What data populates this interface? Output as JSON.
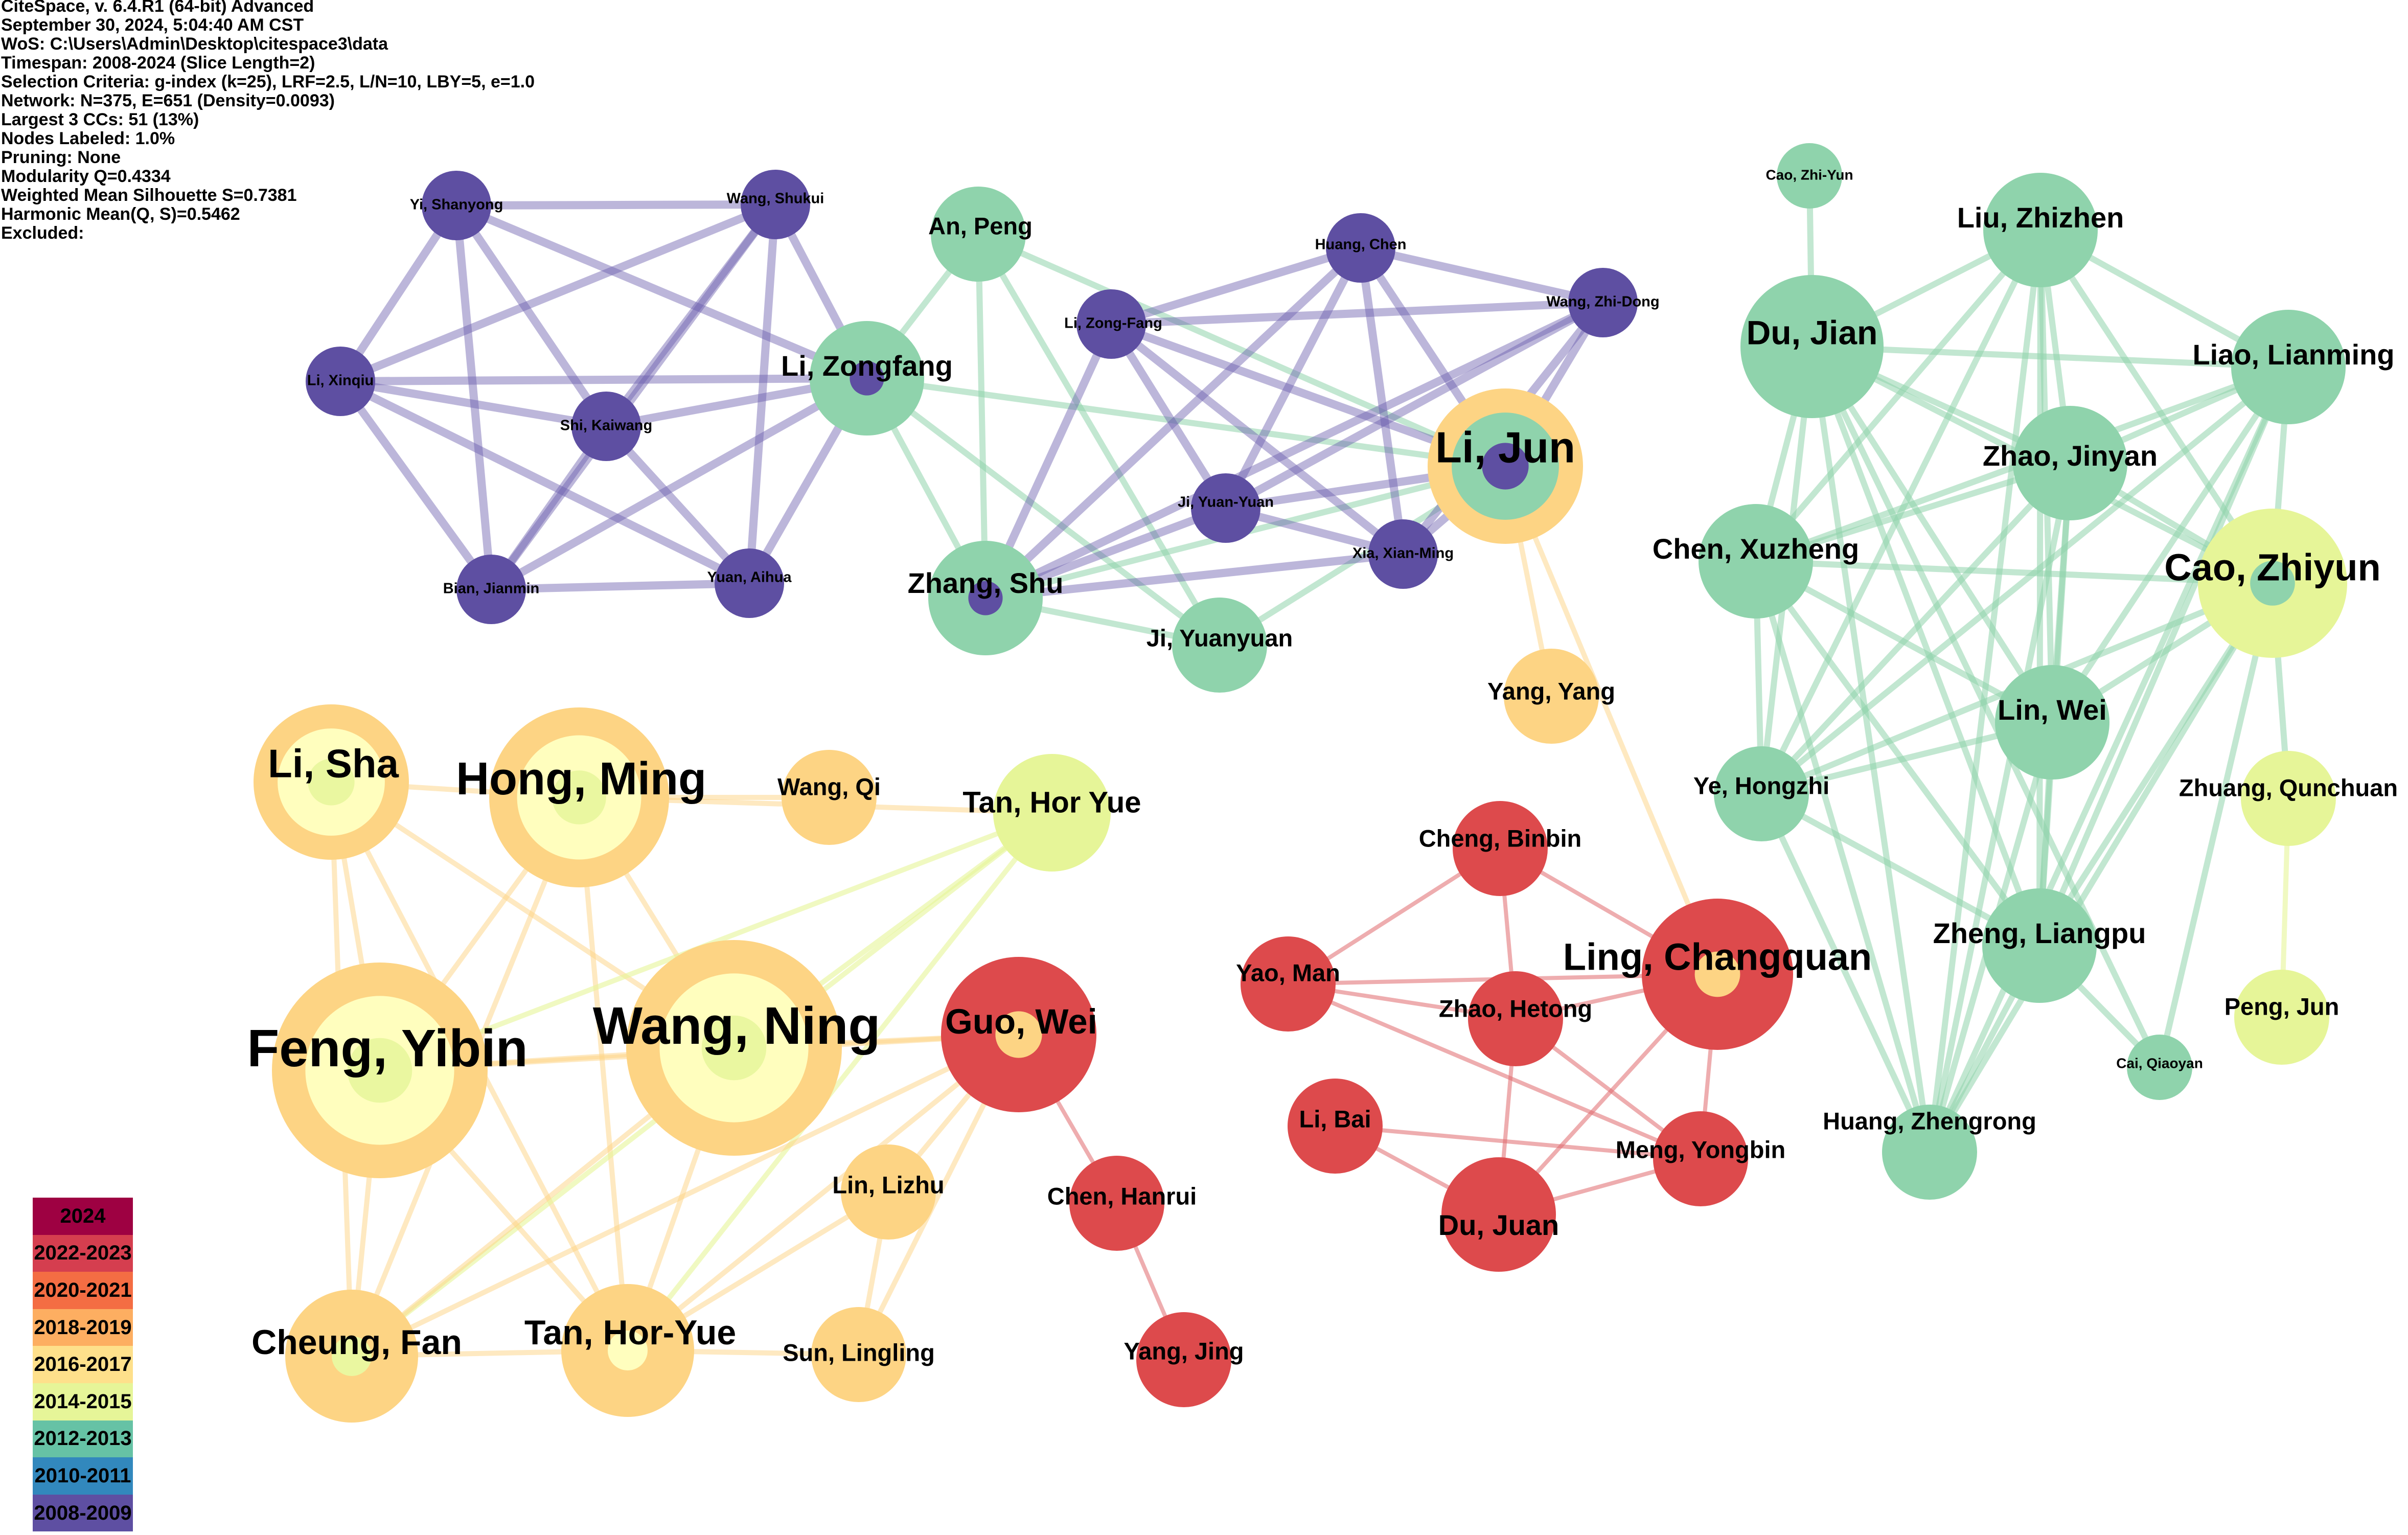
{
  "header_info": {
    "lines": [
      "CiteSpace, v. 6.4.R1 (64-bit) Advanced",
      "September 30, 2024, 5:04:40 AM CST",
      "WoS: C:\\Users\\Admin\\Desktop\\citespace3\\data",
      "Timespan: 2008-2024 (Slice Length=2)",
      "Selection Criteria: g-index (k=25), LRF=2.5, L/N=10, LBY=5, e=1.0",
      "Network: N=375, E=651 (Density=0.0093)",
      "Largest 3 CCs: 51 (13%)",
      "Nodes Labeled: 1.0%",
      "Pruning: None",
      "Modularity Q=0.4334",
      "Weighted Mean Silhouette S=0.7381",
      "Harmonic Mean(Q, S)=0.5462",
      "Excluded:"
    ]
  },
  "legend": {
    "items": [
      {
        "label": "2024",
        "color": "#9e0142"
      },
      {
        "label": "2022-2023",
        "color": "#d53e4f"
      },
      {
        "label": "2020-2021",
        "color": "#f46d43"
      },
      {
        "label": "2018-2019",
        "color": "#fdae61"
      },
      {
        "label": "2016-2017",
        "color": "#fee08b"
      },
      {
        "label": "2014-2015",
        "color": "#e6f598"
      },
      {
        "label": "2012-2013",
        "color": "#66c2a5"
      },
      {
        "label": "2010-2011",
        "color": "#3288bd"
      },
      {
        "label": "2008-2009",
        "color": "#5e4fa2"
      }
    ]
  },
  "network": {
    "nodes": [
      {
        "id": "yi_shanyong",
        "label": "Yi, Shanyong",
        "cluster": "purple"
      },
      {
        "id": "wang_shukui",
        "label": "Wang, Shukui",
        "cluster": "purple"
      },
      {
        "id": "li_xinqiu",
        "label": "Li, Xinqiu",
        "cluster": "purple"
      },
      {
        "id": "shi_kaiwang",
        "label": "Shi, Kaiwang",
        "cluster": "purple"
      },
      {
        "id": "bian_jianmin",
        "label": "Bian, Jianmin",
        "cluster": "purple"
      },
      {
        "id": "yuan_aihua",
        "label": "Yuan, Aihua",
        "cluster": "purple"
      },
      {
        "id": "an_peng",
        "label": "An, Peng",
        "cluster": "green"
      },
      {
        "id": "li_zongfang",
        "label": "Li, Zongfang",
        "cluster": "green"
      },
      {
        "id": "zhang_shu",
        "label": "Zhang, Shu",
        "cluster": "green"
      },
      {
        "id": "ji_yuanyuan",
        "label": "Ji, Yuanyuan",
        "cluster": "green"
      },
      {
        "id": "huang_chen",
        "label": "Huang, Chen",
        "cluster": "purple"
      },
      {
        "id": "li_zong_fang",
        "label": "Li, Zong-Fang",
        "cluster": "purple"
      },
      {
        "id": "wang_zhi_dong",
        "label": "Wang, Zhi-Dong",
        "cluster": "purple"
      },
      {
        "id": "ji_yuan_yuan",
        "label": "Ji, Yuan-Yuan",
        "cluster": "purple"
      },
      {
        "id": "xia_xian_ming",
        "label": "Xia, Xian-Ming",
        "cluster": "purple"
      },
      {
        "id": "li_jun",
        "label": "Li, Jun",
        "cluster": "orange"
      },
      {
        "id": "yang_yang",
        "label": "Yang, Yang",
        "cluster": "orange"
      },
      {
        "id": "cao_zhi_yun",
        "label": "Cao, Zhi-Yun",
        "cluster": "green"
      },
      {
        "id": "liu_zhizhen",
        "label": "Liu, Zhizhen",
        "cluster": "green"
      },
      {
        "id": "du_jian",
        "label": "Du, Jian",
        "cluster": "green"
      },
      {
        "id": "liao_lianming",
        "label": "Liao, Lianming",
        "cluster": "green"
      },
      {
        "id": "zhao_jinyan",
        "label": "Zhao, Jinyan",
        "cluster": "green"
      },
      {
        "id": "chen_xuzheng",
        "label": "Chen, Xuzheng",
        "cluster": "green"
      },
      {
        "id": "cao_zhiyun",
        "label": "Cao, Zhiyun",
        "cluster": "green"
      },
      {
        "id": "lin_wei",
        "label": "Lin, Wei",
        "cluster": "green"
      },
      {
        "id": "ye_hongzhi",
        "label": "Ye, Hongzhi",
        "cluster": "green"
      },
      {
        "id": "zhuang_qunchuan",
        "label": "Zhuang, Qunchuan",
        "cluster": "lime"
      },
      {
        "id": "zheng_liangpu",
        "label": "Zheng, Liangpu",
        "cluster": "green"
      },
      {
        "id": "peng_jun",
        "label": "Peng, Jun",
        "cluster": "lime"
      },
      {
        "id": "cai_qiaoyan",
        "label": "Cai, Qiaoyan",
        "cluster": "green"
      },
      {
        "id": "huang_zhengrong",
        "label": "Huang, Zhengrong",
        "cluster": "green"
      },
      {
        "id": "li_sha",
        "label": "Li, Sha",
        "cluster": "orange"
      },
      {
        "id": "hong_ming",
        "label": "Hong, Ming",
        "cluster": "orange"
      },
      {
        "id": "wang_qi",
        "label": "Wang, Qi",
        "cluster": "orange"
      },
      {
        "id": "tan_hor_yue",
        "label": "Tan, Hor Yue",
        "cluster": "lime"
      },
      {
        "id": "feng_yibin",
        "label": "Feng, Yibin",
        "cluster": "orange"
      },
      {
        "id": "wang_ning",
        "label": "Wang, Ning",
        "cluster": "orange"
      },
      {
        "id": "guo_wei",
        "label": "Guo, Wei",
        "cluster": "red"
      },
      {
        "id": "lin_lizhu",
        "label": "Lin, Lizhu",
        "cluster": "orange"
      },
      {
        "id": "chen_hanrui",
        "label": "Chen, Hanrui",
        "cluster": "red"
      },
      {
        "id": "cheung_fan",
        "label": "Cheung, Fan",
        "cluster": "orange"
      },
      {
        "id": "tan_hor_yue_2",
        "label": "Tan, Hor-Yue",
        "cluster": "orange"
      },
      {
        "id": "sun_lingling",
        "label": "Sun, Lingling",
        "cluster": "orange"
      },
      {
        "id": "yang_jing",
        "label": "Yang, Jing",
        "cluster": "red"
      },
      {
        "id": "cheng_binbin",
        "label": "Cheng, Binbin",
        "cluster": "red"
      },
      {
        "id": "yao_man",
        "label": "Yao, Man",
        "cluster": "red"
      },
      {
        "id": "ling_changquan",
        "label": "Ling, Changquan",
        "cluster": "red"
      },
      {
        "id": "zhao_hetong",
        "label": "Zhao, Hetong",
        "cluster": "red"
      },
      {
        "id": "li_bai",
        "label": "Li, Bai",
        "cluster": "red"
      },
      {
        "id": "meng_yongbin",
        "label": "Meng, Yongbin",
        "cluster": "red"
      },
      {
        "id": "du_juan",
        "label": "Du, Juan",
        "cluster": "red"
      }
    ],
    "edges": [
      [
        "yi_shanyong",
        "wang_shukui"
      ],
      [
        "yi_shanyong",
        "li_xinqiu"
      ],
      [
        "yi_shanyong",
        "shi_kaiwang"
      ],
      [
        "yi_shanyong",
        "bian_jianmin"
      ],
      [
        "yi_shanyong",
        "li_zongfang"
      ],
      [
        "wang_shukui",
        "li_xinqiu"
      ],
      [
        "wang_shukui",
        "shi_kaiwang"
      ],
      [
        "wang_shukui",
        "bian_jianmin"
      ],
      [
        "wang_shukui",
        "yuan_aihua"
      ],
      [
        "wang_shukui",
        "li_zongfang"
      ],
      [
        "li_xinqiu",
        "shi_kaiwang"
      ],
      [
        "li_xinqiu",
        "bian_jianmin"
      ],
      [
        "li_xinqiu",
        "yuan_aihua"
      ],
      [
        "li_xinqiu",
        "li_zongfang"
      ],
      [
        "shi_kaiwang",
        "bian_jianmin"
      ],
      [
        "shi_kaiwang",
        "yuan_aihua"
      ],
      [
        "shi_kaiwang",
        "li_zongfang"
      ],
      [
        "bian_jianmin",
        "yuan_aihua"
      ],
      [
        "bian_jianmin",
        "li_zongfang"
      ],
      [
        "yuan_aihua",
        "li_zongfang"
      ],
      [
        "an_peng",
        "li_zongfang"
      ],
      [
        "an_peng",
        "zhang_shu"
      ],
      [
        "an_peng",
        "ji_yuanyuan"
      ],
      [
        "an_peng",
        "li_jun"
      ],
      [
        "li_zongfang",
        "zhang_shu"
      ],
      [
        "li_zongfang",
        "li_jun"
      ],
      [
        "li_zongfang",
        "ji_yuanyuan"
      ],
      [
        "zhang_shu",
        "ji_yuanyuan"
      ],
      [
        "zhang_shu",
        "li_jun"
      ],
      [
        "ji_yuanyuan",
        "li_jun"
      ],
      [
        "huang_chen",
        "li_zong_fang"
      ],
      [
        "huang_chen",
        "wang_zhi_dong"
      ],
      [
        "huang_chen",
        "zhang_shu"
      ],
      [
        "huang_chen",
        "ji_yuan_yuan"
      ],
      [
        "huang_chen",
        "xia_xian_ming"
      ],
      [
        "huang_chen",
        "li_jun"
      ],
      [
        "li_zong_fang",
        "wang_zhi_dong"
      ],
      [
        "li_zong_fang",
        "zhang_shu"
      ],
      [
        "li_zong_fang",
        "ji_yuan_yuan"
      ],
      [
        "li_zong_fang",
        "xia_xian_ming"
      ],
      [
        "li_zong_fang",
        "li_jun"
      ],
      [
        "wang_zhi_dong",
        "zhang_shu"
      ],
      [
        "wang_zhi_dong",
        "ji_yuan_yuan"
      ],
      [
        "wang_zhi_dong",
        "xia_xian_ming"
      ],
      [
        "wang_zhi_dong",
        "li_jun"
      ],
      [
        "zhang_shu",
        "ji_yuan_yuan"
      ],
      [
        "zhang_shu",
        "xia_xian_ming"
      ],
      [
        "ji_yuan_yuan",
        "xia_xian_ming"
      ],
      [
        "ji_yuan_yuan",
        "li_jun"
      ],
      [
        "xia_xian_ming",
        "li_jun"
      ],
      [
        "li_jun",
        "yang_yang"
      ],
      [
        "li_jun",
        "ling_changquan"
      ],
      [
        "cao_zhi_yun",
        "du_jian"
      ],
      [
        "liu_zhizhen",
        "du_jian"
      ],
      [
        "liu_zhizhen",
        "liao_lianming"
      ],
      [
        "liu_zhizhen",
        "zhao_jinyan"
      ],
      [
        "liu_zhizhen",
        "chen_xuzheng"
      ],
      [
        "liu_zhizhen",
        "cao_zhiyun"
      ],
      [
        "liu_zhizhen",
        "lin_wei"
      ],
      [
        "liu_zhizhen",
        "ye_hongzhi"
      ],
      [
        "liu_zhizhen",
        "zheng_liangpu"
      ],
      [
        "liu_zhizhen",
        "huang_zhengrong"
      ],
      [
        "du_jian",
        "liao_lianming"
      ],
      [
        "du_jian",
        "zhao_jinyan"
      ],
      [
        "du_jian",
        "chen_xuzheng"
      ],
      [
        "du_jian",
        "cao_zhiyun"
      ],
      [
        "du_jian",
        "lin_wei"
      ],
      [
        "du_jian",
        "ye_hongzhi"
      ],
      [
        "du_jian",
        "zheng_liangpu"
      ],
      [
        "du_jian",
        "huang_zhengrong"
      ],
      [
        "du_jian",
        "cai_qiaoyan"
      ],
      [
        "liao_lianming",
        "zhao_jinyan"
      ],
      [
        "liao_lianming",
        "chen_xuzheng"
      ],
      [
        "liao_lianming",
        "cao_zhiyun"
      ],
      [
        "liao_lianming",
        "lin_wei"
      ],
      [
        "liao_lianming",
        "ye_hongzhi"
      ],
      [
        "liao_lianming",
        "zheng_liangpu"
      ],
      [
        "liao_lianming",
        "huang_zhengrong"
      ],
      [
        "zhao_jinyan",
        "chen_xuzheng"
      ],
      [
        "zhao_jinyan",
        "cao_zhiyun"
      ],
      [
        "zhao_jinyan",
        "lin_wei"
      ],
      [
        "zhao_jinyan",
        "ye_hongzhi"
      ],
      [
        "zhao_jinyan",
        "zheng_liangpu"
      ],
      [
        "zhao_jinyan",
        "huang_zhengrong"
      ],
      [
        "chen_xuzheng",
        "cao_zhiyun"
      ],
      [
        "chen_xuzheng",
        "lin_wei"
      ],
      [
        "chen_xuzheng",
        "ye_hongzhi"
      ],
      [
        "chen_xuzheng",
        "zheng_liangpu"
      ],
      [
        "chen_xuzheng",
        "huang_zhengrong"
      ],
      [
        "cao_zhiyun",
        "lin_wei"
      ],
      [
        "cao_zhiyun",
        "ye_hongzhi"
      ],
      [
        "cao_zhiyun",
        "zheng_liangpu"
      ],
      [
        "cao_zhiyun",
        "huang_zhengrong"
      ],
      [
        "cao_zhiyun",
        "zhuang_qunchuan"
      ],
      [
        "cao_zhiyun",
        "cai_qiaoyan"
      ],
      [
        "lin_wei",
        "ye_hongzhi"
      ],
      [
        "lin_wei",
        "zheng_liangpu"
      ],
      [
        "lin_wei",
        "huang_zhengrong"
      ],
      [
        "ye_hongzhi",
        "zheng_liangpu"
      ],
      [
        "ye_hongzhi",
        "huang_zhengrong"
      ],
      [
        "zheng_liangpu",
        "huang_zhengrong"
      ],
      [
        "zheng_liangpu",
        "cai_qiaoyan"
      ],
      [
        "zhuang_qunchuan",
        "peng_jun"
      ],
      [
        "li_sha",
        "hong_ming"
      ],
      [
        "li_sha",
        "feng_yibin"
      ],
      [
        "li_sha",
        "wang_ning"
      ],
      [
        "li_sha",
        "cheung_fan"
      ],
      [
        "li_sha",
        "tan_hor_yue_2"
      ],
      [
        "hong_ming",
        "wang_qi"
      ],
      [
        "hong_ming",
        "tan_hor_yue"
      ],
      [
        "hong_ming",
        "feng_yibin"
      ],
      [
        "hong_ming",
        "wang_ning"
      ],
      [
        "hong_ming",
        "cheung_fan"
      ],
      [
        "hong_ming",
        "tan_hor_yue_2"
      ],
      [
        "tan_hor_yue",
        "feng_yibin"
      ],
      [
        "tan_hor_yue",
        "wang_ning"
      ],
      [
        "tan_hor_yue",
        "cheung_fan"
      ],
      [
        "tan_hor_yue",
        "tan_hor_yue_2"
      ],
      [
        "feng_yibin",
        "wang_ning"
      ],
      [
        "feng_yibin",
        "cheung_fan"
      ],
      [
        "feng_yibin",
        "tan_hor_yue_2"
      ],
      [
        "feng_yibin",
        "guo_wei"
      ],
      [
        "wang_ning",
        "cheung_fan"
      ],
      [
        "wang_ning",
        "tan_hor_yue_2"
      ],
      [
        "wang_ning",
        "guo_wei"
      ],
      [
        "cheung_fan",
        "tan_hor_yue_2"
      ],
      [
        "cheung_fan",
        "guo_wei"
      ],
      [
        "tan_hor_yue_2",
        "guo_wei"
      ],
      [
        "guo_wei",
        "lin_lizhu"
      ],
      [
        "guo_wei",
        "sun_lingling"
      ],
      [
        "guo_wei",
        "chen_hanrui"
      ],
      [
        "lin_lizhu",
        "sun_lingling"
      ],
      [
        "lin_lizhu",
        "tan_hor_yue_2"
      ],
      [
        "sun_lingling",
        "tan_hor_yue_2"
      ],
      [
        "chen_hanrui",
        "yang_jing"
      ],
      [
        "cheng_binbin",
        "yao_man"
      ],
      [
        "cheng_binbin",
        "ling_changquan"
      ],
      [
        "cheng_binbin",
        "zhao_hetong"
      ],
      [
        "yao_man",
        "zhao_hetong"
      ],
      [
        "yao_man",
        "ling_changquan"
      ],
      [
        "yao_man",
        "meng_yongbin"
      ],
      [
        "zhao_hetong",
        "ling_changquan"
      ],
      [
        "zhao_hetong",
        "meng_yongbin"
      ],
      [
        "zhao_hetong",
        "du_juan"
      ],
      [
        "ling_changquan",
        "meng_yongbin"
      ],
      [
        "ling_changquan",
        "du_juan"
      ],
      [
        "li_bai",
        "meng_yongbin"
      ],
      [
        "li_bai",
        "du_juan"
      ],
      [
        "meng_yongbin",
        "du_juan"
      ]
    ]
  }
}
